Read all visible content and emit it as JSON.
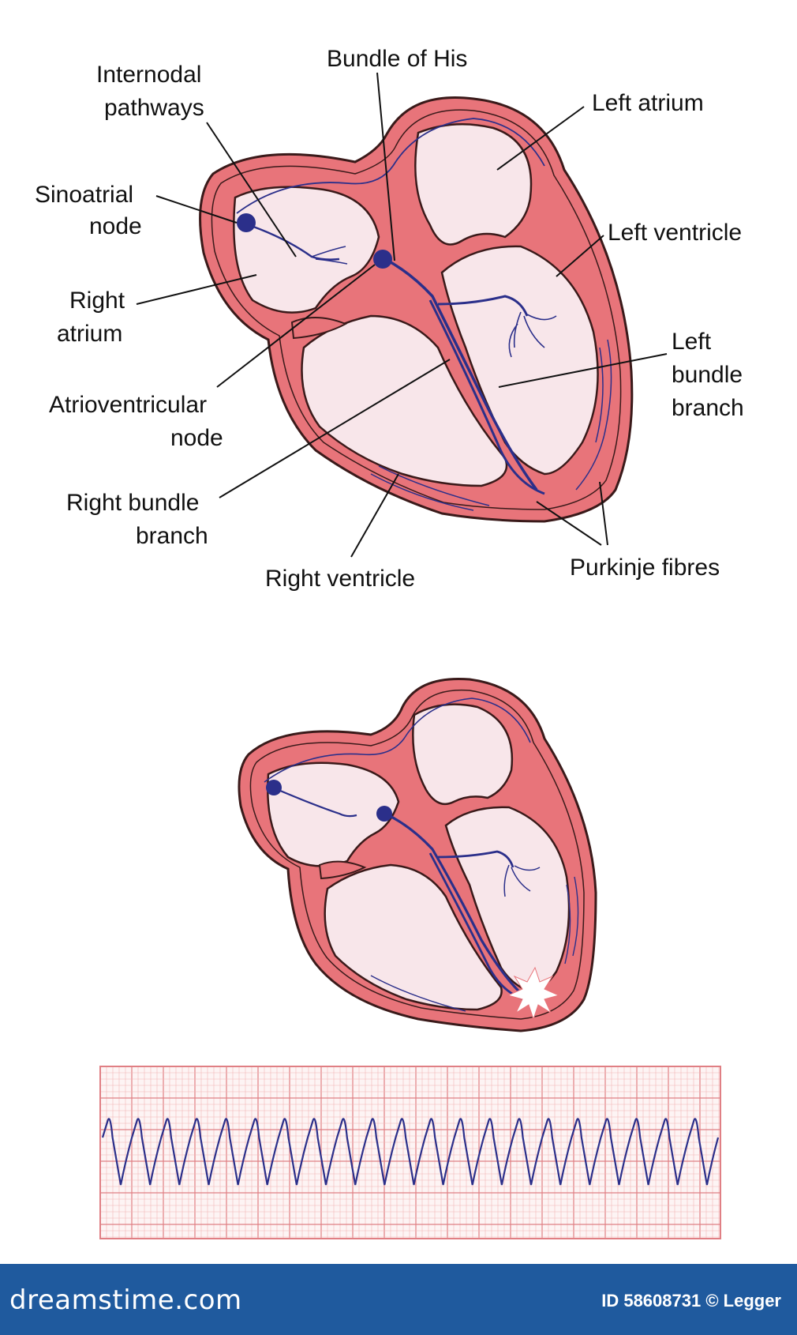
{
  "labels": {
    "internodal_1": "Internodal",
    "internodal_2": "pathways",
    "bundle_of_his": "Bundle of His",
    "left_atrium": "Left atrium",
    "sinoatrial_1": "Sinoatrial",
    "sinoatrial_2": "node",
    "left_ventricle": "Left ventricle",
    "right_atrium_1": "Right",
    "right_atrium_2": "atrium",
    "left_bundle_1": "Left",
    "left_bundle_2": "bundle",
    "left_bundle_3": "branch",
    "av_node_1": "Atrioventricular",
    "av_node_2": "node",
    "right_bundle_1": "Right bundle",
    "right_bundle_2": "branch",
    "right_ventricle": "Right ventricle",
    "purkinje": "Purkinje fibres"
  },
  "footer": {
    "logo": "dreamstime.com",
    "id_text": "ID 58608731 © Legger"
  },
  "ecg": {
    "beats": 21
  },
  "colors": {
    "wall": "#e8747a",
    "wall_outline": "#3a1a1a",
    "chamber": "#f8e6ea",
    "conduction": "#2b2f8a",
    "grid_minor": "#f2b5b5",
    "grid_major": "#e07f84",
    "trace": "#2b2f8a",
    "footer_bg": "#1f5a9e"
  }
}
